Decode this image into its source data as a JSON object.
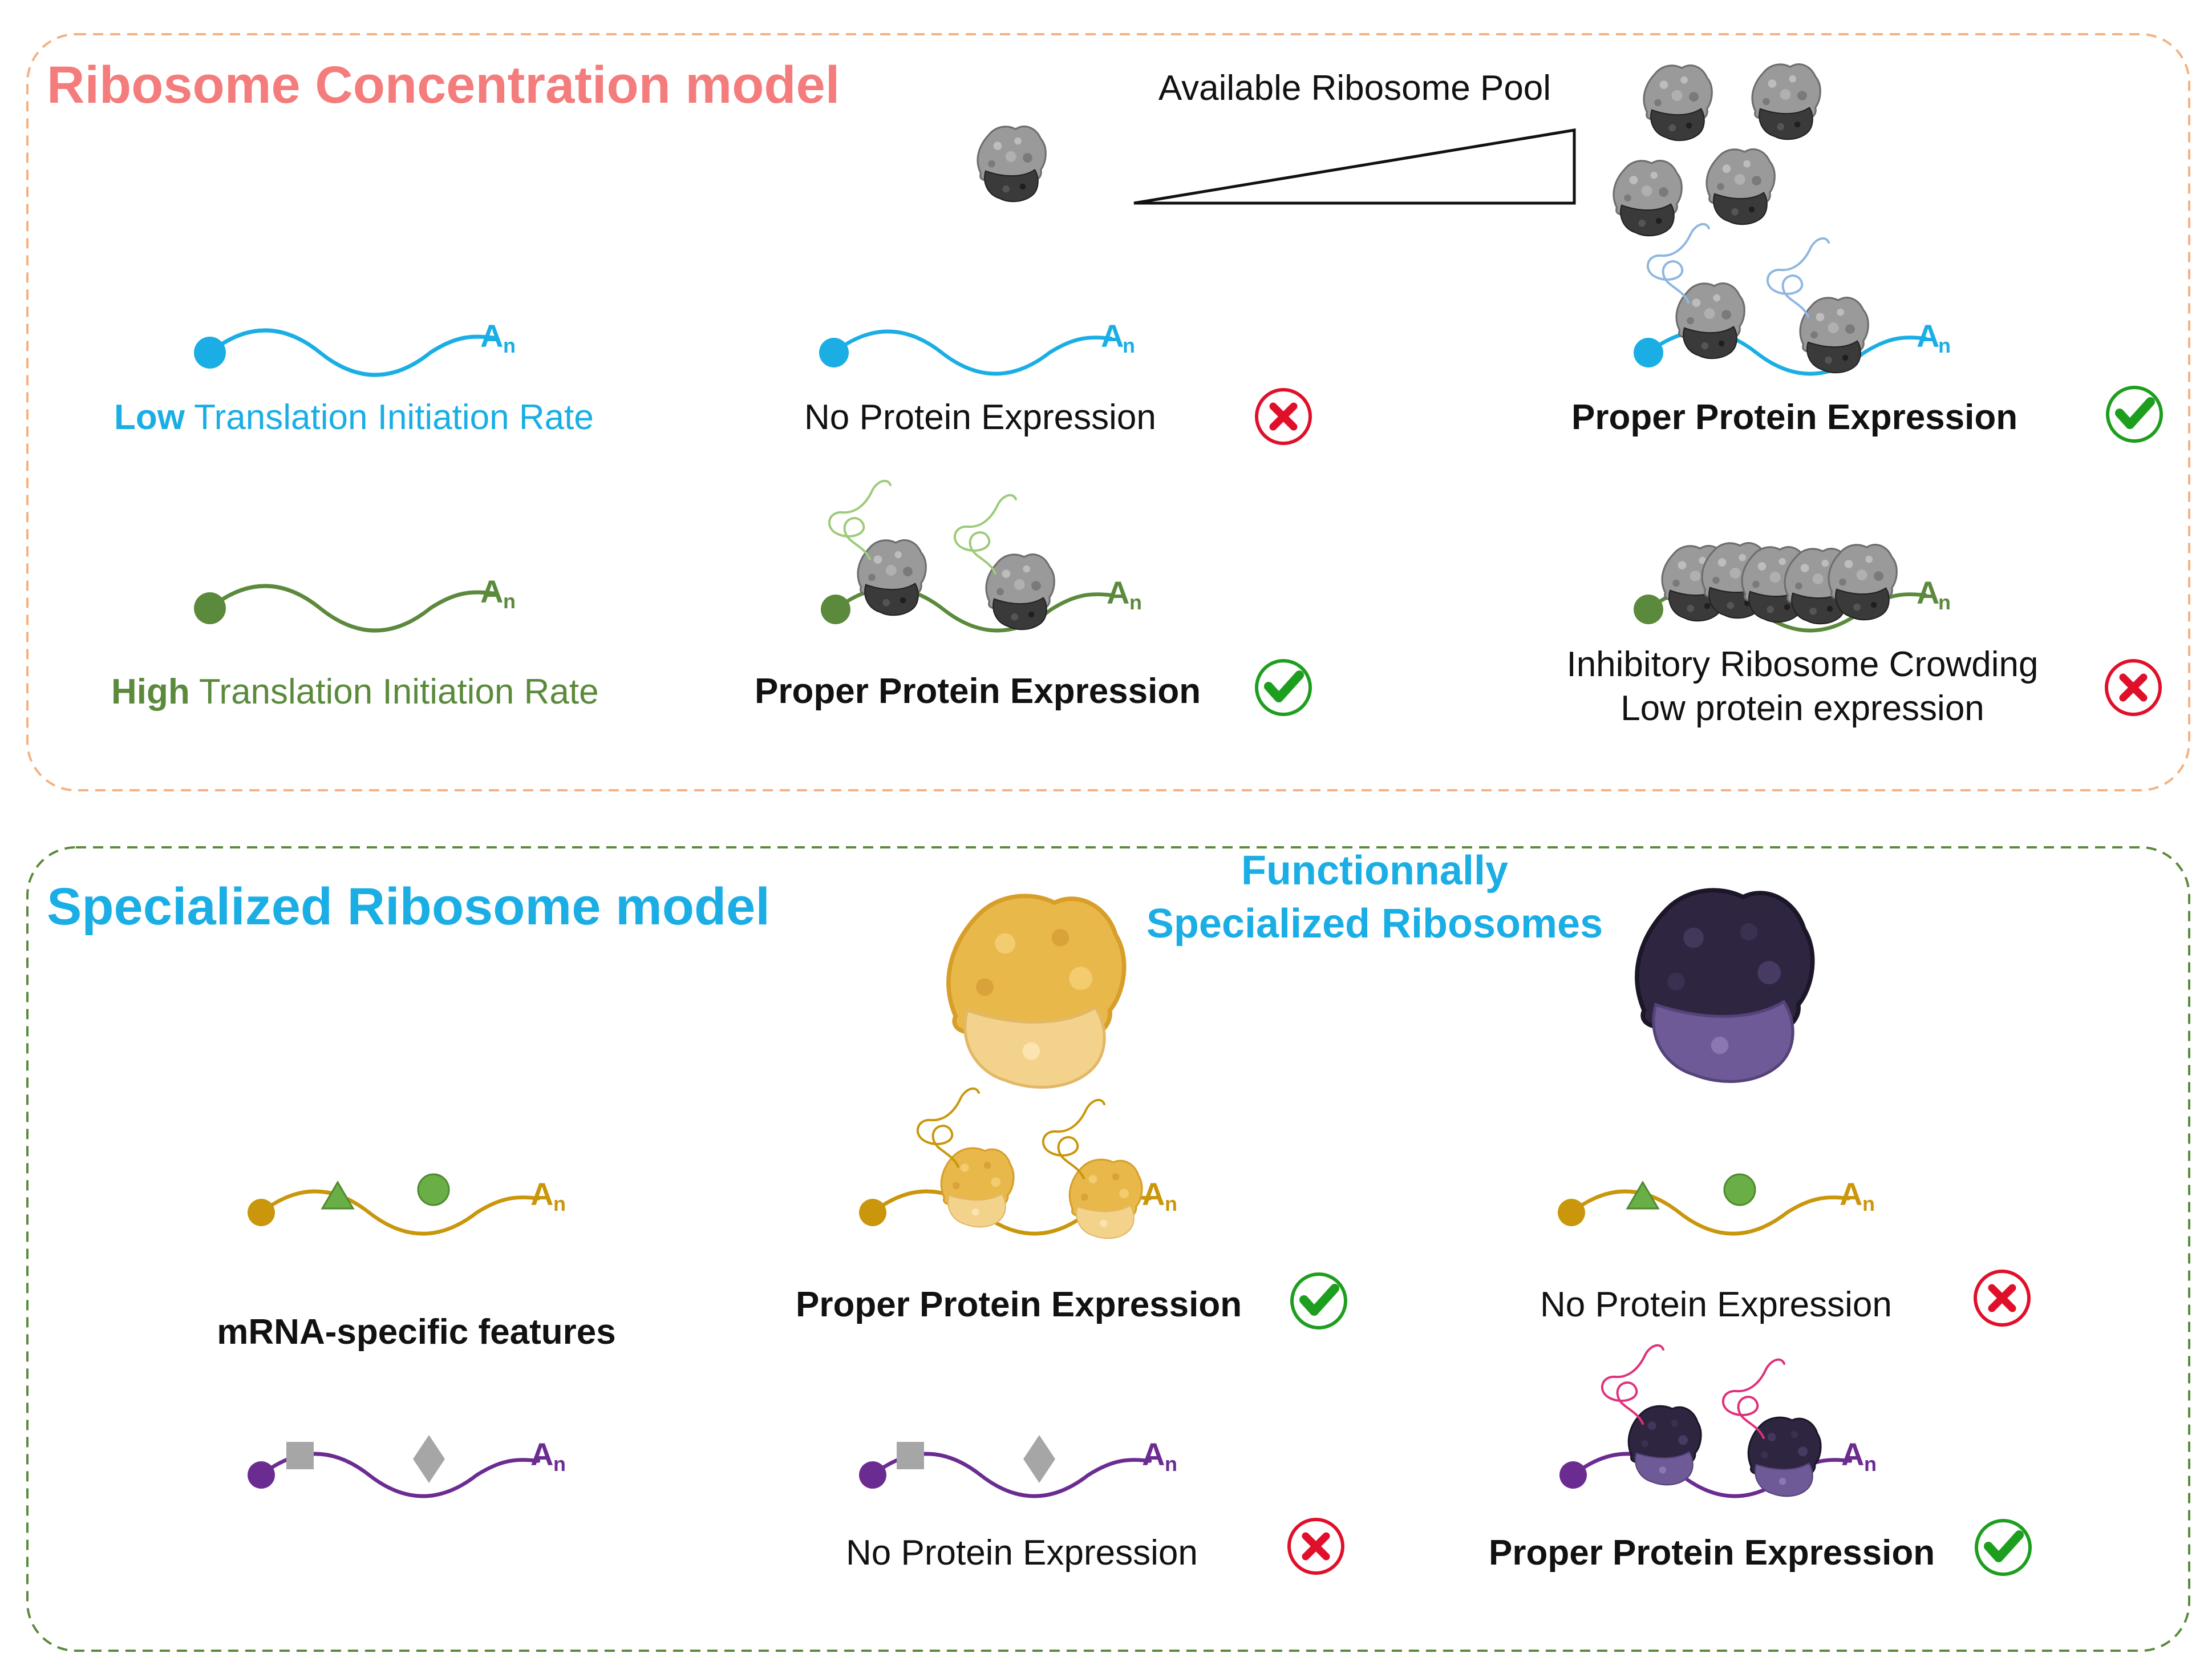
{
  "colors": {
    "concentration_title": "#F47C7C",
    "concentration_border": "#F4B183",
    "specialized_title": "#1AAEE5",
    "specialized_border": "#5B8A3C",
    "low_mrna": "#1AAEE5",
    "high_mrna": "#5B8A3C",
    "gold_mrna": "#C9960C",
    "purple_mrna": "#6B2C91",
    "feature_green": "#6AAE46",
    "feature_grey": "#A6A6A6",
    "ribosome_grey": "#8C8C8C",
    "ribosome_gold": "#E8B84A",
    "ribosome_purple": "#2E2540",
    "peptide_blue": "#8FB7E0",
    "peptide_green": "#9CCB7A",
    "peptide_gold": "#C9960C",
    "peptide_pink": "#E0307A",
    "check_green": "#1E9E1E",
    "cross_red": "#E0102B"
  },
  "concentration": {
    "title": "Ribosome Concentration model",
    "pool_label": "Available Ribosome Pool",
    "low_rate": {
      "strong": "Low",
      "rest": " Translation Initiation Rate"
    },
    "high_rate": {
      "strong": "High",
      "rest": " Translation Initiation Rate"
    },
    "low_small_pool": "No Protein Expression",
    "low_large_pool": "Proper Protein Expression",
    "high_small_pool": "Proper Protein Expression",
    "high_large_pool_line1": "Inhibitory Ribosome Crowding",
    "high_large_pool_line2": "Low protein expression"
  },
  "specialized": {
    "title": "Specialized Ribosome model",
    "subtitle_line1": "Functionnally",
    "subtitle_line2": "Specialized Ribosomes",
    "features_label": "mRNA-specific features",
    "gold_with_gold": "Proper Protein Expression",
    "gold_with_purple": "No Protein Expression",
    "purple_with_gold": "No Protein Expression",
    "purple_with_purple": "Proper Protein Expression"
  },
  "poly_a": {
    "letter": "A",
    "sub": "n"
  },
  "icons": {
    "check": "check-circle-icon",
    "cross": "cross-circle-icon",
    "ribosome": "ribosome-icon",
    "peptide": "nascent-peptide-icon"
  }
}
